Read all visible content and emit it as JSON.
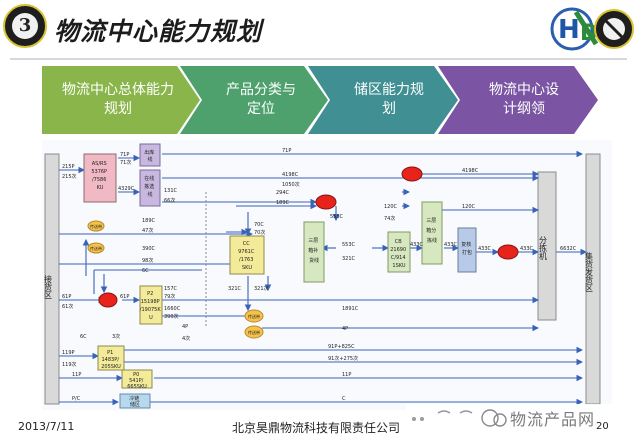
{
  "header": {
    "badge_number": "3",
    "title": "物流中心能力规划"
  },
  "steps": [
    {
      "line1": "物流中心总体能力",
      "line2": "规划",
      "color": "#8ab54a"
    },
    {
      "line1": "产品分类与",
      "line2": "定位",
      "color": "#4ea16d"
    },
    {
      "line1": "储区能力规",
      "line2": "划",
      "color": "#3f8f93"
    },
    {
      "line1": "物流中心设",
      "line2": "计纲领",
      "color": "#7b55a4"
    }
  ],
  "diagram": {
    "receiving_area": "接货区",
    "shipping_area": "集货发货区",
    "sorter": "分拣机",
    "boxes": {
      "as_rs": [
        "AS/RS",
        "5376P",
        "/7586",
        "KU"
      ],
      "warehouse_out": [
        "出库",
        "线"
      ],
      "online_pick": [
        "在线",
        "拣选",
        "线"
      ],
      "cc": [
        "CC",
        "9761C",
        "/1763",
        "SKU"
      ],
      "third_floor_replenish": [
        "三层",
        "箱补",
        "货线"
      ],
      "cb": [
        "CB",
        "21690",
        "C/914",
        "1SKU"
      ],
      "third_floor_sort": [
        "三层",
        "箱分",
        "拣线"
      ],
      "recheck_pack": [
        "复核",
        "打包"
      ],
      "p2": [
        "P2",
        "15198P",
        "/19075K",
        "U"
      ],
      "p1": [
        "P1",
        "1483P/",
        "205SKU"
      ],
      "p0": [
        "P0",
        "541P/",
        "665SKU"
      ],
      "cold_chain": [
        "冷链",
        "储区"
      ]
    },
    "conveyor_label": "传送带",
    "labels": {
      "in_215p": "215P",
      "in_215c": "215次",
      "r_71p": "71P",
      "r_71c": "71次",
      "r_71p_right": "71P",
      "r_4329c": "4329C",
      "r_4198c_a": "4198C",
      "r_1050c": "1050次",
      "r_4198c_b": "4198C",
      "r_131c": "131C",
      "r_66c": "66次",
      "r_294c": "294C",
      "r_189c_a": "189C",
      "r_189c_b": "189C",
      "r_47c": "47次",
      "r_553c_a": "553C",
      "r_120c_a": "120C",
      "r_74c": "74次",
      "r_120c_b": "120C",
      "r_70c": "70C",
      "r_70ci": "70次",
      "r_390c": "390C",
      "r_98c": "98次",
      "r_553c_b": "553C",
      "r_321c_a": "321C",
      "r_433c_a": "433C",
      "r_433c_b": "433C",
      "r_433c_c": "433C",
      "r_433c_d": "433C",
      "r_6632c": "6632C",
      "r_6c_a": "6C",
      "r_157c": "157C",
      "r_79c": "79次",
      "r_321c_b": "321C",
      "r_321c_c": "321次",
      "r_61p_a": "61P",
      "r_61c": "61次",
      "r_61p_b": "61P",
      "r_1660c": "1660C",
      "r_390c_b": "390次",
      "r_1891c": "1891C",
      "r_6c_b": "6C",
      "r_3c": "3次",
      "r_4p_a": "4P",
      "r_4c": "4次",
      "r_4p_b": "4P",
      "r_119p": "119P",
      "r_119c": "119次",
      "r_91p_825c": "91P+825C",
      "r_91c_275c": "91次+275次",
      "r_11p_a": "11P",
      "r_11p_b": "11P",
      "r_pc": "P/C",
      "r_c": "C"
    }
  },
  "footer": {
    "date": "2013/7/11",
    "company": "北京昊鼎物流科技有限责任公司",
    "page": "20"
  },
  "watermark": {
    "text": "物流产品网"
  }
}
